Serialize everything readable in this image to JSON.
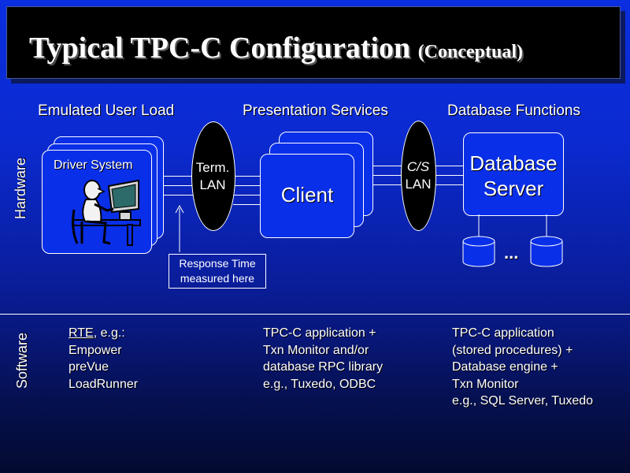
{
  "title": {
    "main": "Typical TPC-C Configuration",
    "sub": "(Conceptual)"
  },
  "columns": {
    "left": "Emulated User Load",
    "middle": "Presentation Services",
    "right": "Database Functions"
  },
  "row_labels": {
    "hardware": "Hardware",
    "software": "Software"
  },
  "nodes": {
    "driver": "Driver System",
    "term_lan": [
      "Term.",
      "LAN"
    ],
    "client": "Client",
    "cs_lan": [
      "C/S",
      "LAN"
    ],
    "db_server": [
      "Database",
      "Server"
    ],
    "disks_more": "..."
  },
  "note": [
    "Response Time",
    "measured here"
  ],
  "software": {
    "left": {
      "rte": "RTE",
      "rte_suffix": ", e.g.:",
      "lines": [
        "Empower",
        "preVue",
        "LoadRunner"
      ]
    },
    "middle": [
      "TPC-C application +",
      "Txn Monitor and/or",
      "database RPC library",
      "e.g., Tuxedo, ODBC"
    ],
    "right": [
      "TPC-C application",
      "(stored procedures) +",
      "Database engine +",
      "Txn Monitor",
      "e.g., SQL Server, Tuxedo"
    ]
  }
}
